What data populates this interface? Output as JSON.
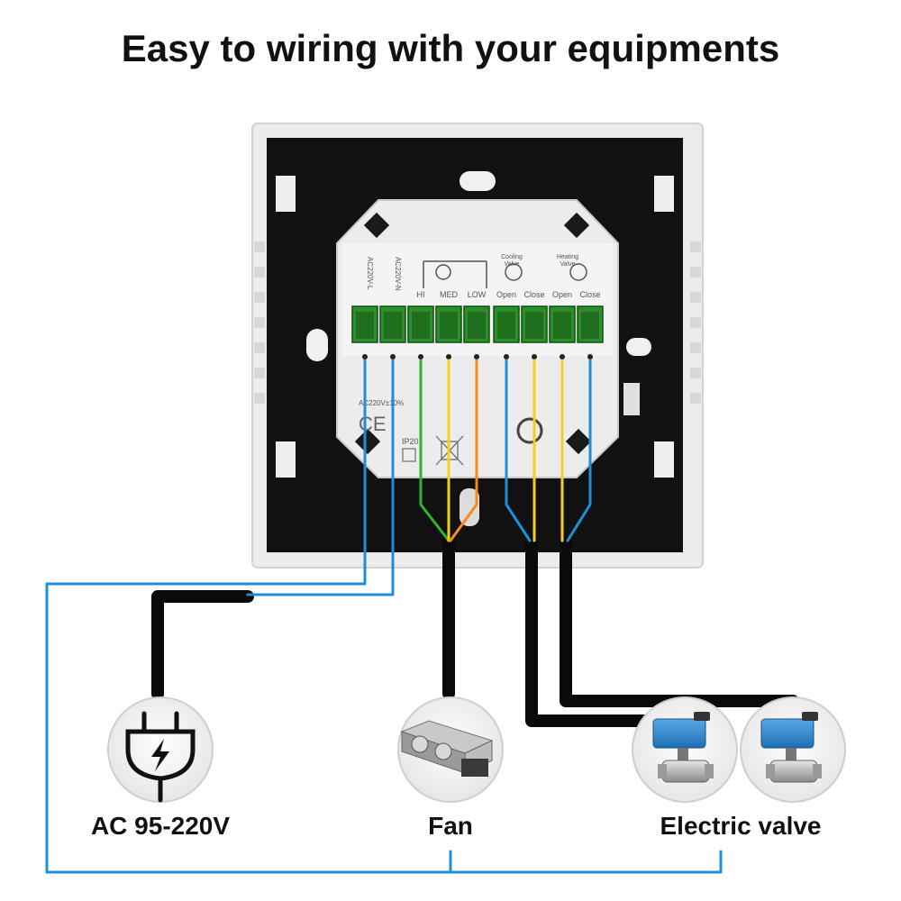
{
  "title": "Easy to wiring with your equipments",
  "device": {
    "terminal_labels": [
      "AC220V-L",
      "AC220V-N",
      "HI",
      "MED",
      "LOW",
      "Open",
      "Close",
      "Open",
      "Close"
    ],
    "group_labels": {
      "cooling": "Cooling Valve",
      "heating": "Heating Valve"
    },
    "cooling_1": "Cooling",
    "cooling_2": "Valve",
    "heating_1": "Heating",
    "heating_2": "Valve",
    "voltage": "AC220V±10%",
    "ce": "CE",
    "ip": "IP20"
  },
  "components": {
    "power": {
      "label": "AC 95-220V",
      "icon": "power-plug-icon"
    },
    "fan": {
      "label": "Fan",
      "icon": "fan-coil-unit"
    },
    "valve": {
      "label": "Electric valve",
      "icon": "motorized-ball-valve"
    }
  },
  "wire_colors": {
    "blue": "#1e8fd6",
    "green": "#2db52d",
    "yellow": "#f3d21a",
    "orange": "#f58a1f",
    "black": "#0a0a0a"
  }
}
